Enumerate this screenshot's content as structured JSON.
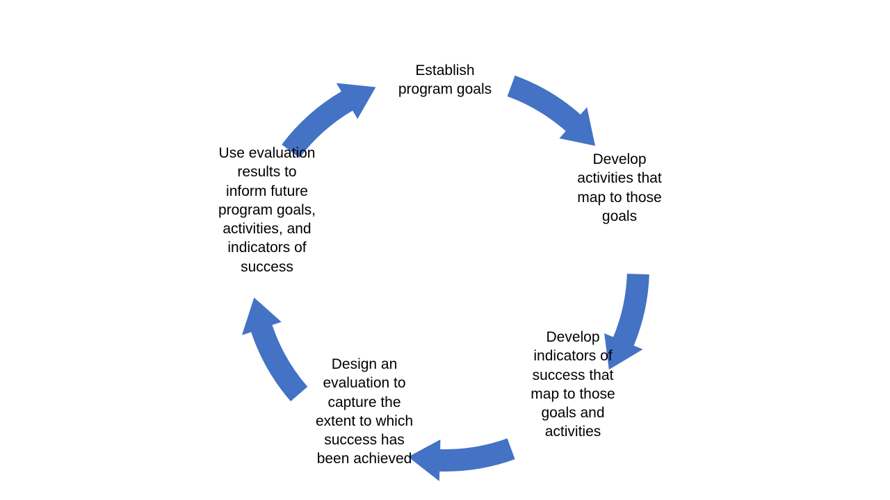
{
  "diagram": {
    "type": "cycle",
    "arrow_color": "#4472C4",
    "text_color": "#000000",
    "background": "#FFFFFF",
    "steps": [
      {
        "id": "establish-goals",
        "text": "Establish\nprogram goals"
      },
      {
        "id": "develop-activities",
        "text": "Develop\nactivities that\nmap to those\ngoals"
      },
      {
        "id": "develop-indicators",
        "text": "Develop\nindicators of\nsuccess that\nmap to those\ngoals and\nactivities"
      },
      {
        "id": "design-evaluation",
        "text": "Design an\nevaluation to\ncapture the\nextent to which\nsuccess has\nbeen achieved"
      },
      {
        "id": "use-results",
        "text": "Use evaluation\nresults to\ninform future\nprogram goals,\nactivities, and\nindicators of\nsuccess"
      }
    ],
    "connections": [
      {
        "from": "establish-goals",
        "to": "develop-activities"
      },
      {
        "from": "develop-activities",
        "to": "develop-indicators"
      },
      {
        "from": "develop-indicators",
        "to": "design-evaluation"
      },
      {
        "from": "design-evaluation",
        "to": "use-results"
      },
      {
        "from": "use-results",
        "to": "establish-goals"
      }
    ]
  }
}
